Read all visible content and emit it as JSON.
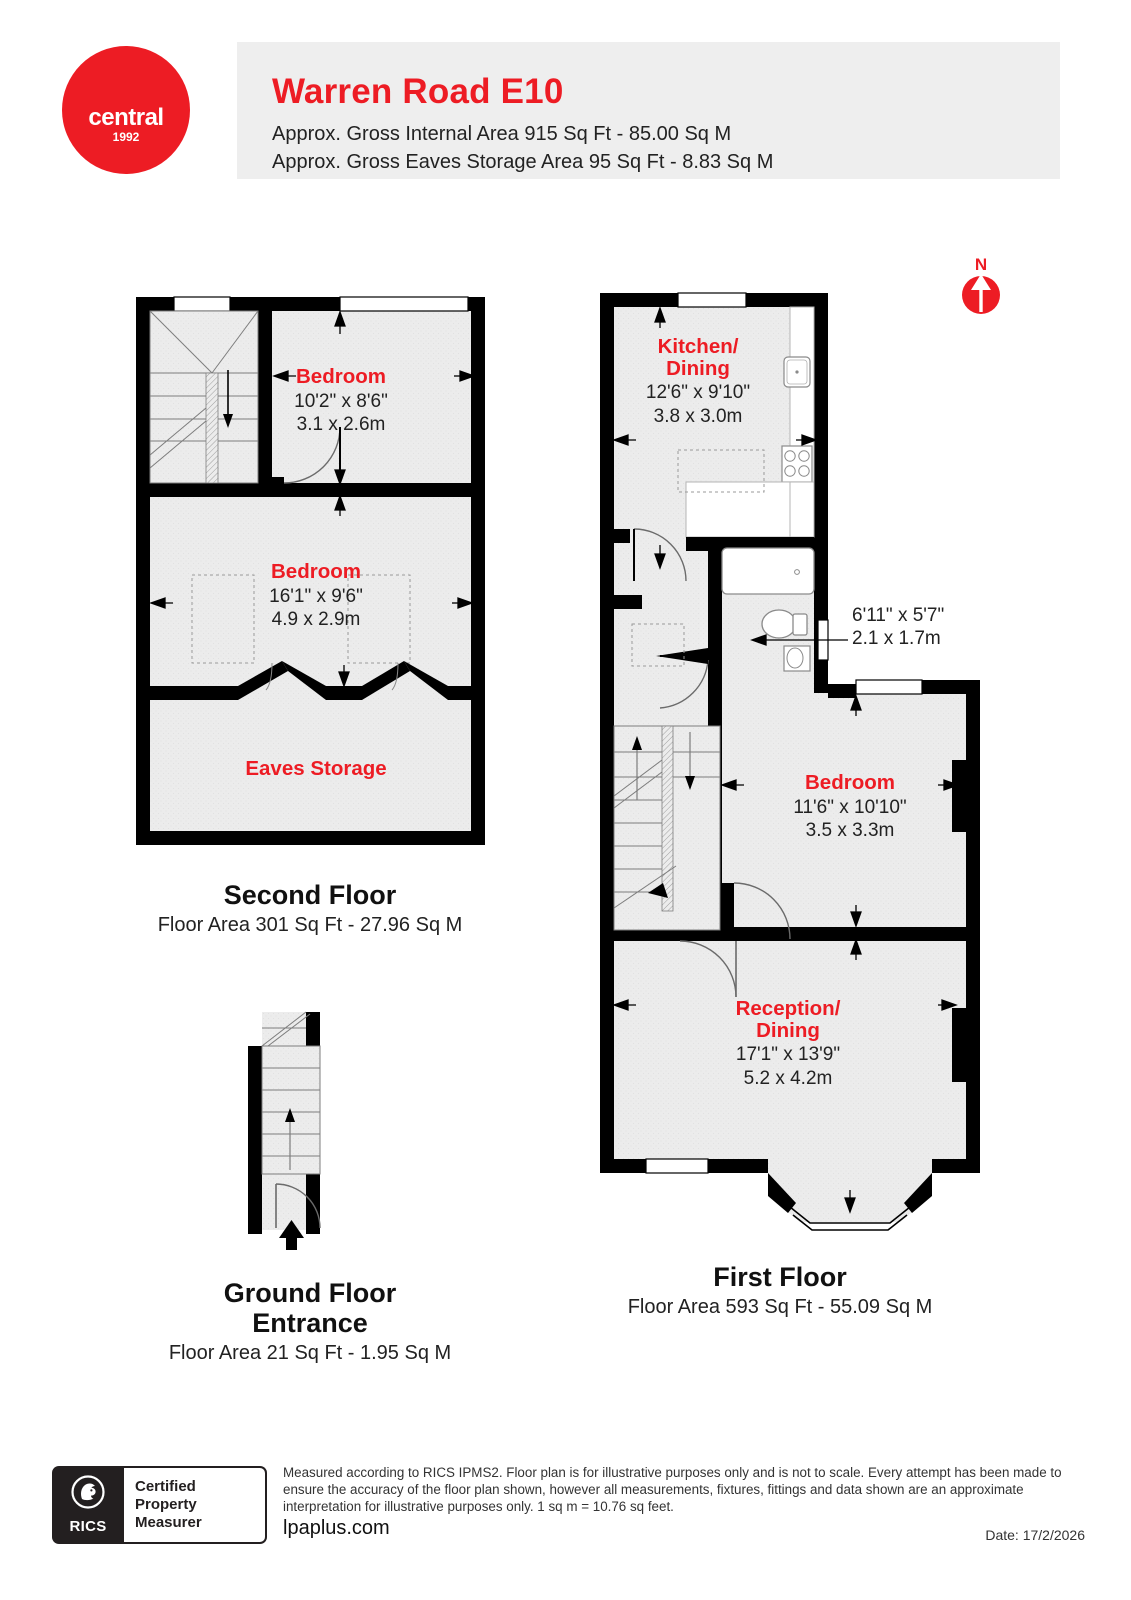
{
  "header": {
    "logo": {
      "name": "central",
      "year": "1992"
    },
    "title": "Warren Road E10",
    "gross_internal": "Approx. Gross Internal Area 915 Sq Ft - 85.00 Sq M",
    "gross_eaves": "Approx. Gross Eaves Storage Area 95 Sq Ft - 8.83 Sq M"
  },
  "compass": {
    "label": "N"
  },
  "floors": [
    {
      "id": "second",
      "name": "Second Floor",
      "area": "Floor Area 301 Sq Ft - 27.96 Sq M",
      "rooms": [
        {
          "name": "Bedroom",
          "imperial": "10'2\" x 8'6\"",
          "metric": "3.1 x 2.6m"
        },
        {
          "name": "Bedroom",
          "imperial": "16'1\" x 9'6\"",
          "metric": "4.9 x 2.9m"
        },
        {
          "name": "Eaves Storage",
          "imperial": "",
          "metric": ""
        }
      ]
    },
    {
      "id": "first",
      "name": "First Floor",
      "area": "Floor Area 593 Sq Ft - 55.09 Sq M",
      "rooms": [
        {
          "name": "Kitchen/\nDining",
          "imperial": "12'6\" x 9'10\"",
          "metric": "3.8 x 3.0m"
        },
        {
          "name": "",
          "imperial": "6'11\" x 5'7\"",
          "metric": "2.1 x 1.7m"
        },
        {
          "name": "Bedroom",
          "imperial": "11'6\" x 10'10\"",
          "metric": "3.5 x 3.3m"
        },
        {
          "name": "Reception/\nDining",
          "imperial": "17'1\" x 13'9\"",
          "metric": "5.2 x 4.2m"
        }
      ]
    },
    {
      "id": "ground",
      "name": "Ground Floor\nEntrance",
      "area": "Floor Area 21 Sq Ft - 1.95 Sq M",
      "rooms": []
    }
  ],
  "room_labels": {
    "s2_bed1_name": "Bedroom",
    "s2_bed1_imp": "10'2\" x 8'6\"",
    "s2_bed1_met": "3.1 x 2.6m",
    "s2_bed2_name": "Bedroom",
    "s2_bed2_imp": "16'1\" x 9'6\"",
    "s2_bed2_met": "4.9 x 2.9m",
    "s2_eaves_name": "Eaves Storage",
    "f1_kitchen_l1": "Kitchen/",
    "f1_kitchen_l2": "Dining",
    "f1_kitchen_imp": "12'6\" x 9'10\"",
    "f1_kitchen_met": "3.8 x 3.0m",
    "f1_bath_imp": "6'11\" x 5'7\"",
    "f1_bath_met": "2.1 x 1.7m",
    "f1_bed_name": "Bedroom",
    "f1_bed_imp": "11'6\" x 10'10\"",
    "f1_bed_met": "3.5 x 3.3m",
    "f1_rec_l1": "Reception/",
    "f1_rec_l2": "Dining",
    "f1_rec_imp": "17'1\" x 13'9\"",
    "f1_rec_met": "5.2 x 4.2m"
  },
  "captions": {
    "second_name": "Second Floor",
    "second_area": "Floor Area 301 Sq Ft - 27.96 Sq M",
    "ground_name_l1": "Ground Floor",
    "ground_name_l2": "Entrance",
    "ground_area": "Floor Area 21 Sq Ft - 1.95 Sq M",
    "first_name": "First Floor",
    "first_area": "Floor Area 593 Sq Ft - 55.09 Sq M"
  },
  "footer": {
    "rics_word": "RICS",
    "badge_l1": "Certified",
    "badge_l2": "Property",
    "badge_l3": "Measurer",
    "disclaimer": "Measured according to RICS IPMS2. Floor plan is for illustrative purposes only and is not to scale. Every attempt has been made to ensure the accuracy of the floor plan shown, however all measurements, fixtures, fittings and data shown are an approximate interpretation for illustrative purposes only. 1 sq m = 10.76 sq feet.",
    "site": "lpaplus.com",
    "date": "Date: 17/2/2026"
  },
  "colors": {
    "brand_red": "#ed1c24",
    "wall_black": "#000000",
    "floor_fill": "#ececec",
    "header_band": "#eeeeee"
  }
}
